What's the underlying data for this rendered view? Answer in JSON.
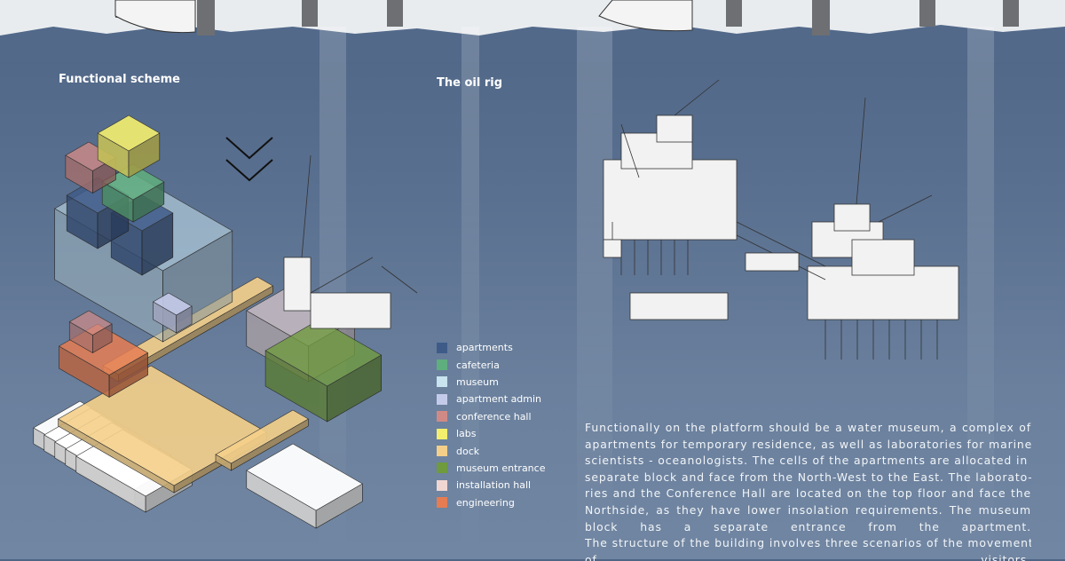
{
  "titles": {
    "functional_scheme": "Functional scheme",
    "oil_rig": "The oil rig"
  },
  "legend": [
    {
      "label": "apartments",
      "color": "#3e5b88"
    },
    {
      "label": "cafeteria",
      "color": "#5fae7e"
    },
    {
      "label": "museum",
      "color": "#c9e3ef"
    },
    {
      "label": "apartment admin",
      "color": "#c4cbea"
    },
    {
      "label": "conference hall",
      "color": "#d08a86"
    },
    {
      "label": "labs",
      "color": "#f4ee6e"
    },
    {
      "label": "dock",
      "color": "#f4cf8a"
    },
    {
      "label": "museum entrance",
      "color": "#6f9a3e"
    },
    {
      "label": "installation hall",
      "color": "#f0d6d2"
    },
    {
      "label": "engineering",
      "color": "#e57c52"
    }
  ],
  "description": {
    "lines": [
      "Functionally on the platform should be a water museum, a complex of",
      "apartments for temporary residence, as well as laboratories for marine",
      "scientists - oceanologists. The cells of the apartments are allocated in a",
      "separate block and face from the North-West to the East. The laborato-",
      "ries and the Conference Hall are located on the top floor and face the",
      "Northside, as they have lower insolation requirements. The museum",
      "block has a separate entrance from the apartment.",
      "The structure of the building involves three scenarios of the movement",
      "of visitors."
    ]
  },
  "icons": {
    "scroll_down": "double-chevron-down-icon"
  }
}
